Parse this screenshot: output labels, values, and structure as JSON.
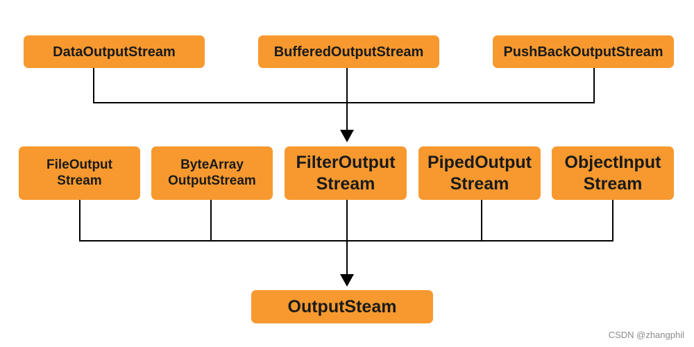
{
  "diagram": {
    "top_row": [
      "DataOutputStream",
      "BufferedOutputStream",
      "PushBackOutputStream"
    ],
    "middle_row": [
      "FileOutput\nStream",
      "ByteArray\nOutputStream",
      "FilterOutput\nStream",
      "PipedOutput\nStream",
      "ObjectInput\nStream"
    ],
    "bottom": "OutputSteam",
    "colors": {
      "box_fill": "#F7992F",
      "line": "#000000",
      "text": "#1a1a1a"
    }
  },
  "watermark": "CSDN @zhangphil"
}
